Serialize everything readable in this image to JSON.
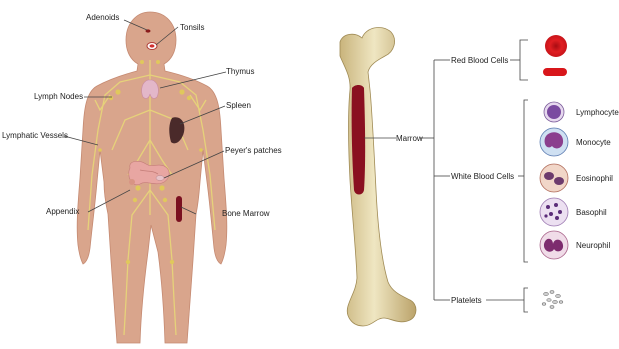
{
  "body_labels": {
    "adenoids": "Adenoids",
    "tonsils": "Tonsils",
    "thymus": "Thymus",
    "lymph_nodes": "Lymph Nodes",
    "spleen": "Spleen",
    "lymphatic_vessels": "Lymphatic Vessels",
    "peyers_patches": "Peyer's patches",
    "appendix": "Appendix",
    "bone_marrow": "Bone Marrow"
  },
  "bone_labels": {
    "marrow": "Marrow",
    "red_blood_cells": "Red Blood Cells",
    "white_blood_cells": "White Blood Cells",
    "platelets": "Platelets"
  },
  "white_cells": {
    "lymphocyte": "Lymphocyte",
    "monocyte": "Monocyte",
    "eosinophil": "Eosinophil",
    "basophil": "Basophil",
    "neurophil": "Neurophil"
  },
  "colors": {
    "skin": "#d9a58c",
    "skin_dark": "#c58a72",
    "lymph": "#e6d27a",
    "bone": "#e8dcb0",
    "bone_shade": "#b9a46e",
    "marrow": "#8a1020",
    "rbc": "#d8161b",
    "spleen": "#4a2a2a",
    "thymus": "#e3b7c9"
  }
}
